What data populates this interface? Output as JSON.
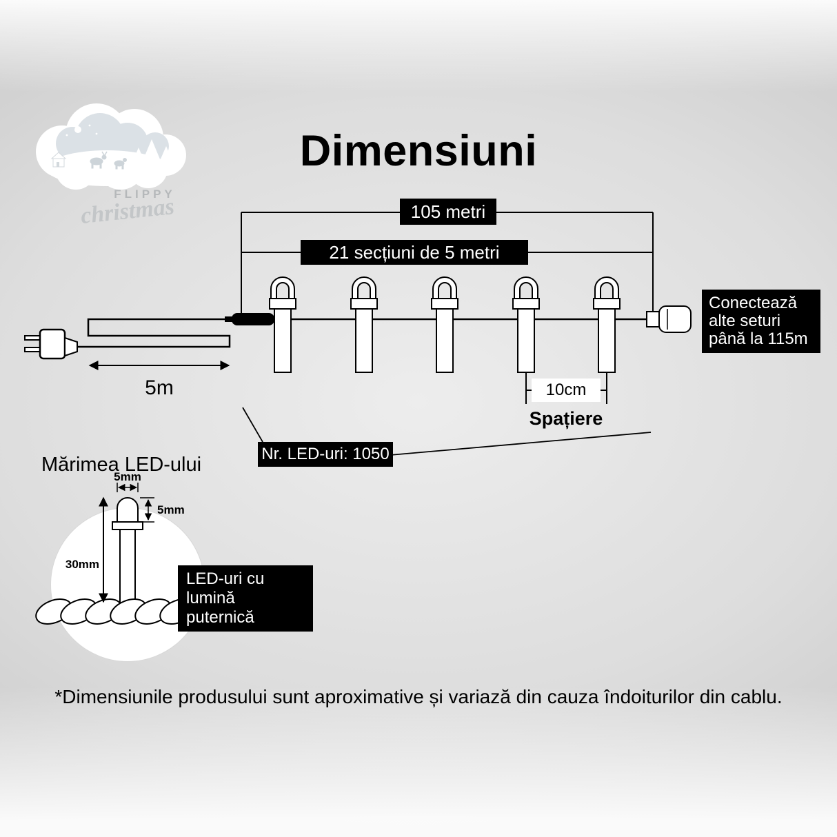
{
  "logo": {
    "line1": "FLIPPY",
    "line2": "christmas"
  },
  "title": "Dimensiuni",
  "diagram": {
    "total_length": "105 metri",
    "sections_label": "21 secțiuni de 5 metri",
    "lead_length": "5m",
    "spacing_value": "10cm",
    "spacing_label": "Spațiere",
    "led_count_label": "Nr. LED-uri: 1050",
    "connect_line1": "Conectează",
    "connect_line2": "alte seturi",
    "connect_line3": "până la 115m"
  },
  "led_detail": {
    "heading": "Mărimea LED-ului",
    "dim_width": "5mm",
    "dim_height": "5mm",
    "dim_total": "30mm",
    "note_line1": "LED-uri cu lumină",
    "note_line2": "puternică"
  },
  "footnote": "*Dimensiunile produsului sunt aproximative și variază din cauza îndoiturilor din cablu."
}
